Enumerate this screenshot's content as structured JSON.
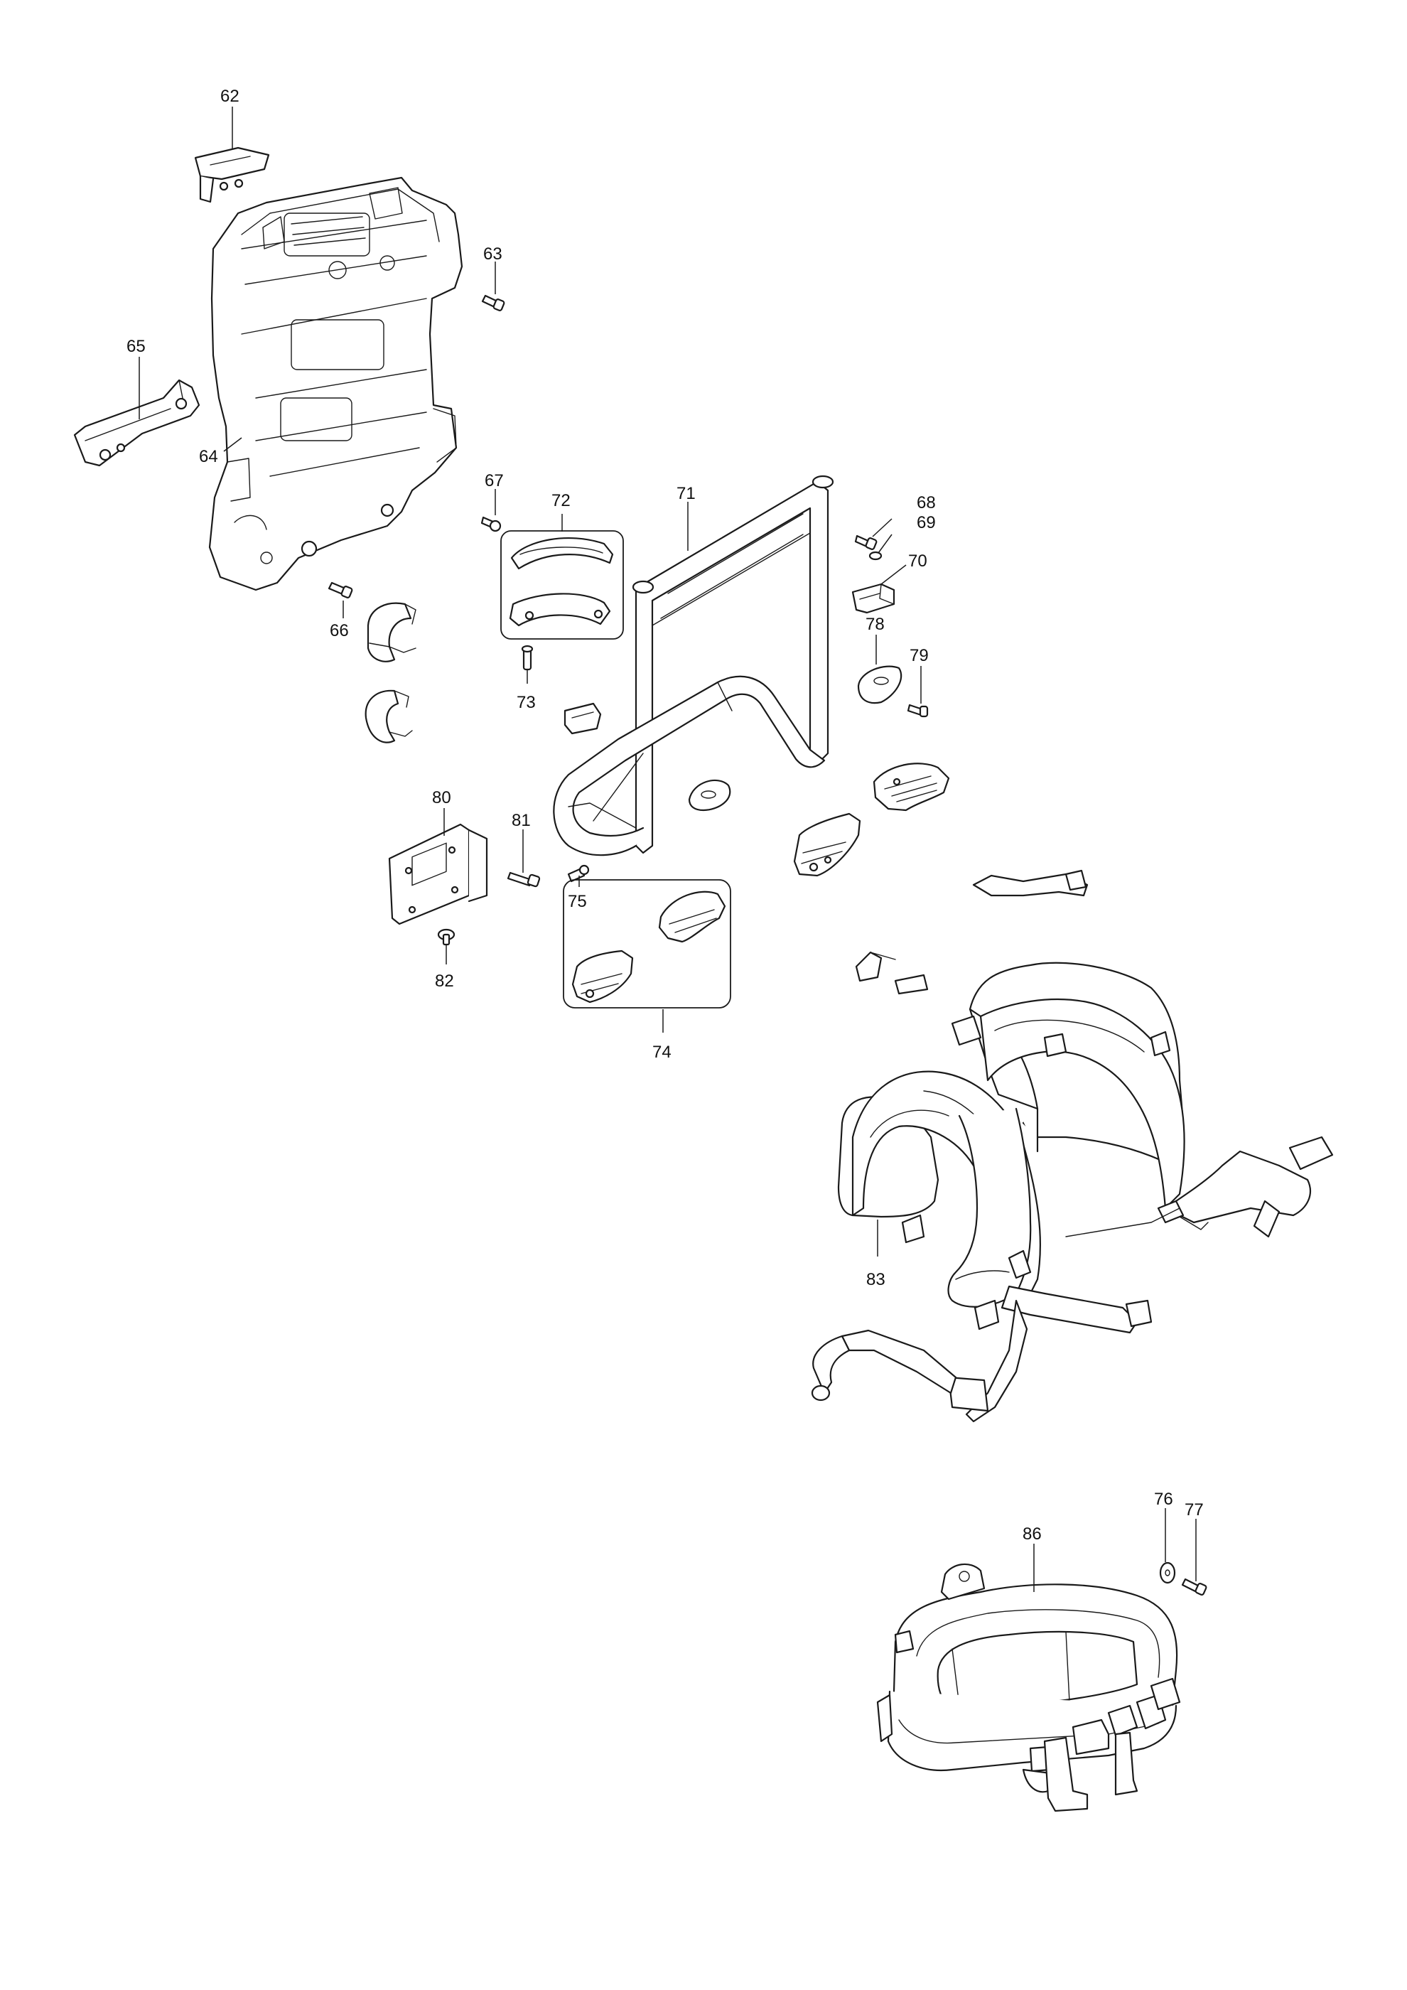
{
  "callouts": {
    "p62": "62",
    "p63": "63",
    "p64": "64",
    "p65": "65",
    "p66": "66",
    "p67": "67",
    "p68": "68",
    "p69": "69",
    "p70": "70",
    "p71": "71",
    "p72": "72",
    "p73": "73",
    "p74": "74",
    "p75": "75",
    "p76": "76",
    "p77": "77",
    "p78": "78",
    "p79": "79",
    "p80": "80",
    "p81": "81",
    "p82": "82",
    "p83": "83",
    "p86": "86"
  },
  "colors": {
    "line": "#1a1a1a",
    "background": "#ffffff"
  }
}
